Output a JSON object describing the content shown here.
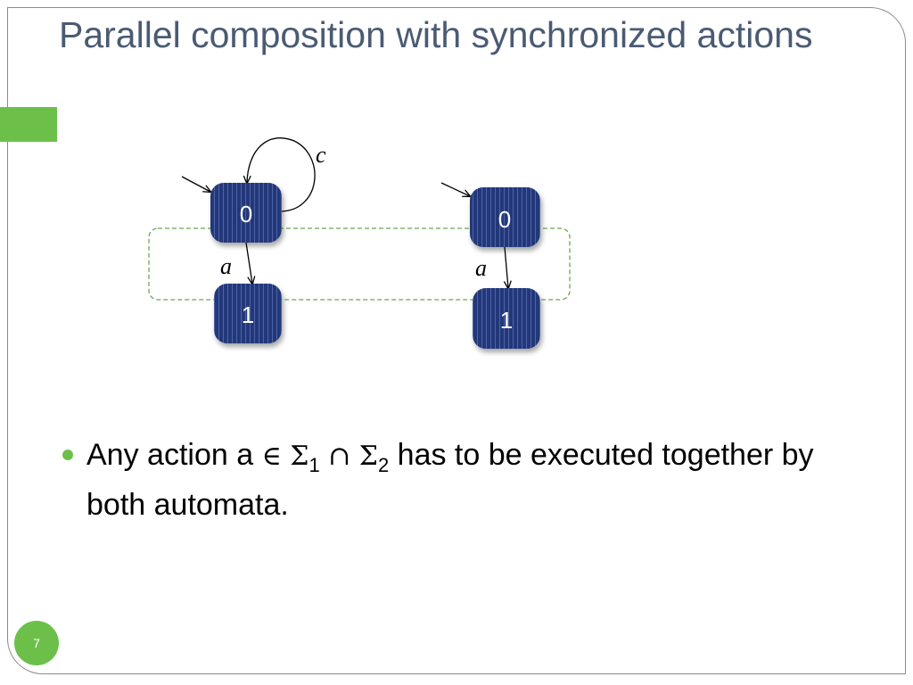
{
  "slide": {
    "title": "Parallel composition with synchronized actions",
    "page_number": "7",
    "accent_color": "#6cc04a",
    "title_color": "#4a5b73",
    "state_fill": "#24387a"
  },
  "diagram": {
    "automaton_1": {
      "state_0_label": "0",
      "state_1_label": "1",
      "transition_0_1_label": "a",
      "self_loop_label": "c"
    },
    "automaton_2": {
      "state_0_label": "0",
      "state_1_label": "1",
      "transition_0_1_label": "a"
    }
  },
  "bullet": {
    "prefix": "Any action a ",
    "in_symbol": "∈",
    "sigma": "Σ",
    "sub_1": "1",
    "cap_symbol": "∩",
    "sub_2": "2",
    "suffix": " has to be executed together by both automata."
  }
}
